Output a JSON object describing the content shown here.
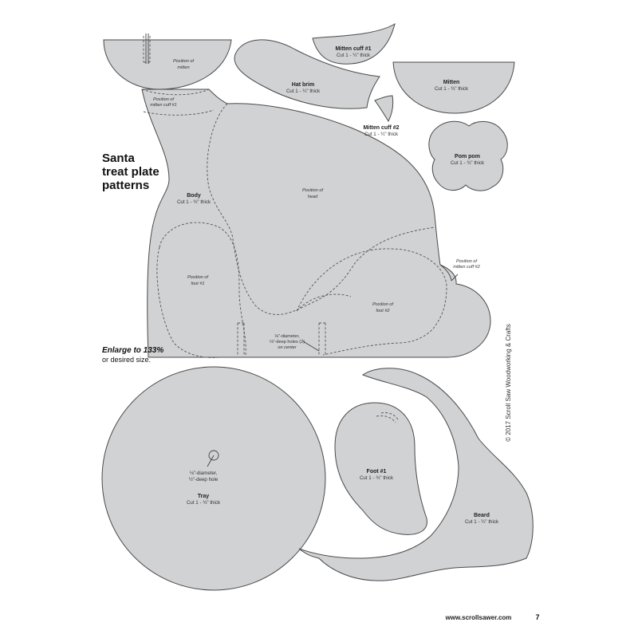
{
  "title": {
    "line1": "Santa",
    "line2": "treat plate",
    "line3": "patterns"
  },
  "enlarge": {
    "main": "Enlarge to 133%",
    "sub": "or desired size."
  },
  "pieces": {
    "mitten_cuff_1": {
      "name": "Mitten cuff #1",
      "cut": "Cut 1 - ¼\" thick"
    },
    "hat_brim": {
      "name": "Hat brim",
      "cut": "Cut 1 - ¼\" thick"
    },
    "mitten": {
      "name": "Mitten",
      "cut": "Cut 1 - ¾\" thick"
    },
    "mitten_cuff_2": {
      "name": "Mitten cuff #2",
      "cut": "Cut 1 - ¼\" thick"
    },
    "pom_pom": {
      "name": "Pom pom",
      "cut": "Cut 1 - ¾\" thick"
    },
    "body": {
      "name": "Body",
      "cut": "Cut 1 - ¾\" thick"
    },
    "tray": {
      "name": "Tray",
      "cut": "Cut 1 - ¾\" thick"
    },
    "foot_1": {
      "name": "Foot #1",
      "cut": "Cut 1 - ¾\" thick"
    },
    "beard": {
      "name": "Beard",
      "cut": "Cut 1 - ¼\" thick"
    }
  },
  "positions": {
    "mitten_l1": "Position of",
    "mitten_l2": "mitten",
    "cuff1_l1": "Position of",
    "cuff1_l2": "mitten cuff #1",
    "head_l1": "Position of",
    "head_l2": "head",
    "foot1_l1": "Position of",
    "foot1_l2": "foot #1",
    "foot2_l1": "Position of",
    "foot2_l2": "foot #2",
    "cuff2_l1": "Position of",
    "cuff2_l2": "mitten cuff #2"
  },
  "holes": {
    "body_l1": "⅛\"-diameter,",
    "body_l2": "⅛\"-deep holes (2)",
    "body_l3": "on center",
    "tray_l1": "⅛\"-diameter,",
    "tray_l2": "½\"-deep hole"
  },
  "footer": {
    "url": "www.scrollsawer.com",
    "page": "7",
    "copyright": "© 2017 Scroll Saw Woodworking & Crafts"
  }
}
